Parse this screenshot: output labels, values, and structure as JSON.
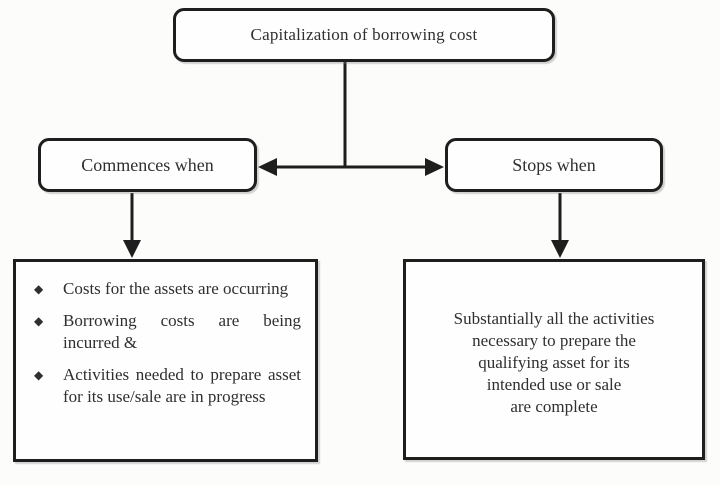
{
  "diagram": {
    "title_box": {
      "label": "Capitalization of borrowing cost"
    },
    "left_branch": {
      "label": "Commences when",
      "bullet_glyph": "◆",
      "items": [
        "Costs for the assets are occurring",
        "Borrowing costs are being incurred &",
        "Activities needed to prepare asset for its use/sale are in progress"
      ]
    },
    "right_branch": {
      "label": "Stops when",
      "lines": [
        "Substantially all the activities",
        "necessary to prepare the",
        "qualifying asset for its",
        "intended use or sale",
        "are complete"
      ]
    },
    "colors": {
      "border": "#1e1e1e",
      "text": "#2f2f2f",
      "background": "#fcfcfb"
    }
  }
}
